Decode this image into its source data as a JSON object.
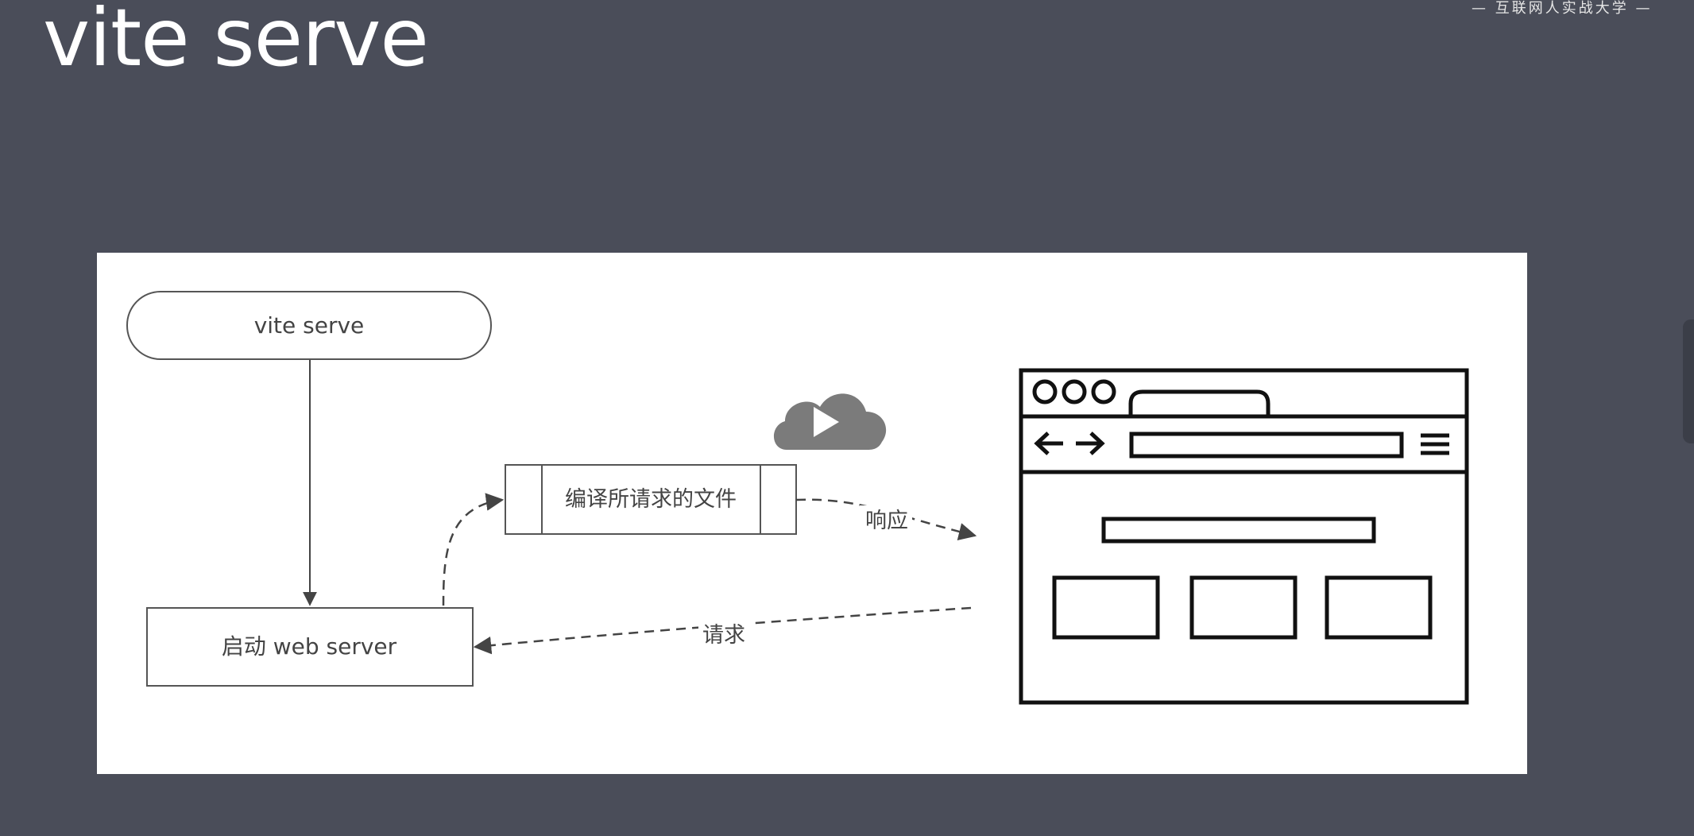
{
  "slide": {
    "title": "vite serve",
    "watermark": "— 互联网人实战大学 —"
  },
  "diagram": {
    "nodes": {
      "start": "vite serve",
      "server": "启动 web server",
      "compile": "编译所请求的文件"
    },
    "edges": {
      "response": "响应",
      "request": "请求"
    }
  },
  "icons": {
    "play": "cloud-play-icon",
    "browser": "browser-window-icon"
  },
  "colors": {
    "background": "#4a4d59",
    "canvas": "#ffffff",
    "stroke": "#555555",
    "title": "#ffffff"
  }
}
